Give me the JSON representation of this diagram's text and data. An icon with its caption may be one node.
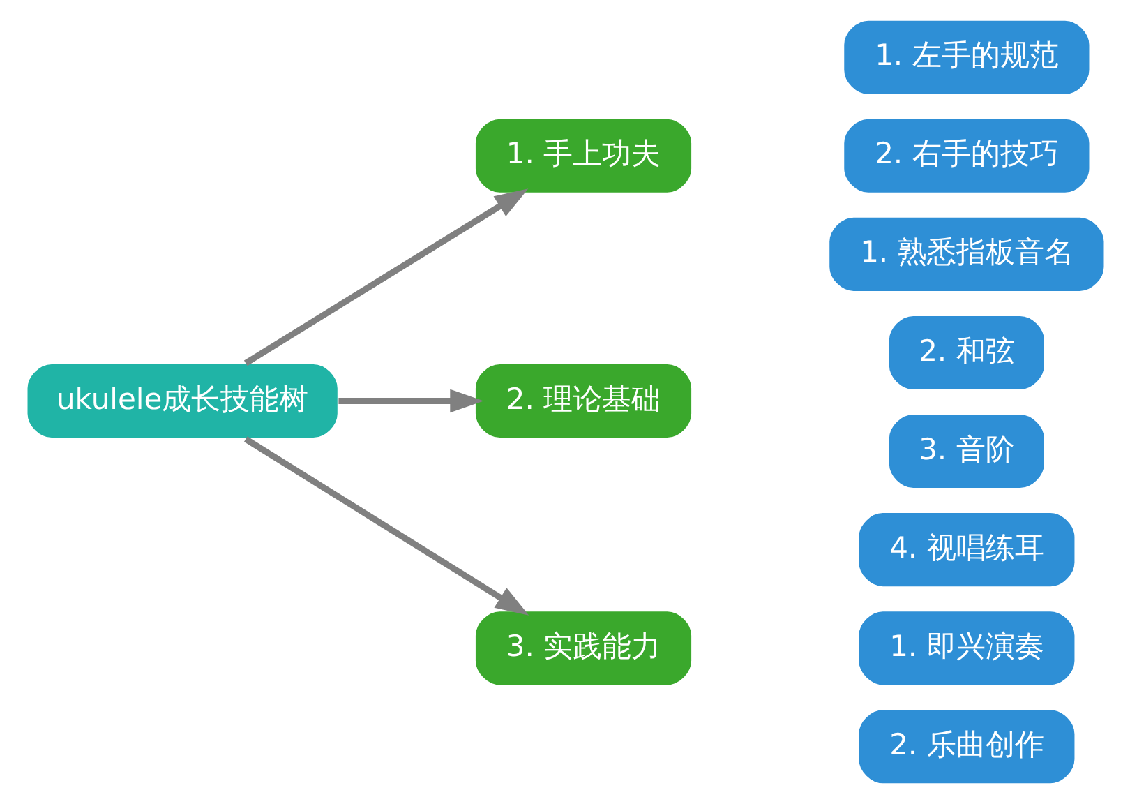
{
  "diagram": {
    "nodes": [
      {
        "text": [
          "ukulele成长技能树"
        ]
      },
      {
        "text": [
          "1. 手上功夫"
        ]
      },
      {
        "text": [
          "2. 理论基础"
        ]
      },
      {
        "text": [
          "3. 实践能力"
        ]
      },
      {
        "text": [
          "1. 左手的规范"
        ]
      },
      {
        "text": [
          "2. 右手的技巧"
        ]
      },
      {
        "text": [
          "1. 熟悉指板音名"
        ]
      },
      {
        "text": [
          "2. 和弦"
        ]
      },
      {
        "text": [
          "3. 音阶"
        ]
      },
      {
        "text": [
          "4. 视唱练耳"
        ]
      },
      {
        "text": [
          "1. 即兴演奏"
        ]
      },
      {
        "text": [
          "2. 乐曲创作"
        ]
      }
    ],
    "edges": [
      {
        "from": 0,
        "to": 1,
        "arrow": "to"
      },
      {
        "from": 0,
        "to": 2,
        "arrow": "to"
      },
      {
        "from": 0,
        "to": 3,
        "arrow": "to"
      }
    ]
  }
}
